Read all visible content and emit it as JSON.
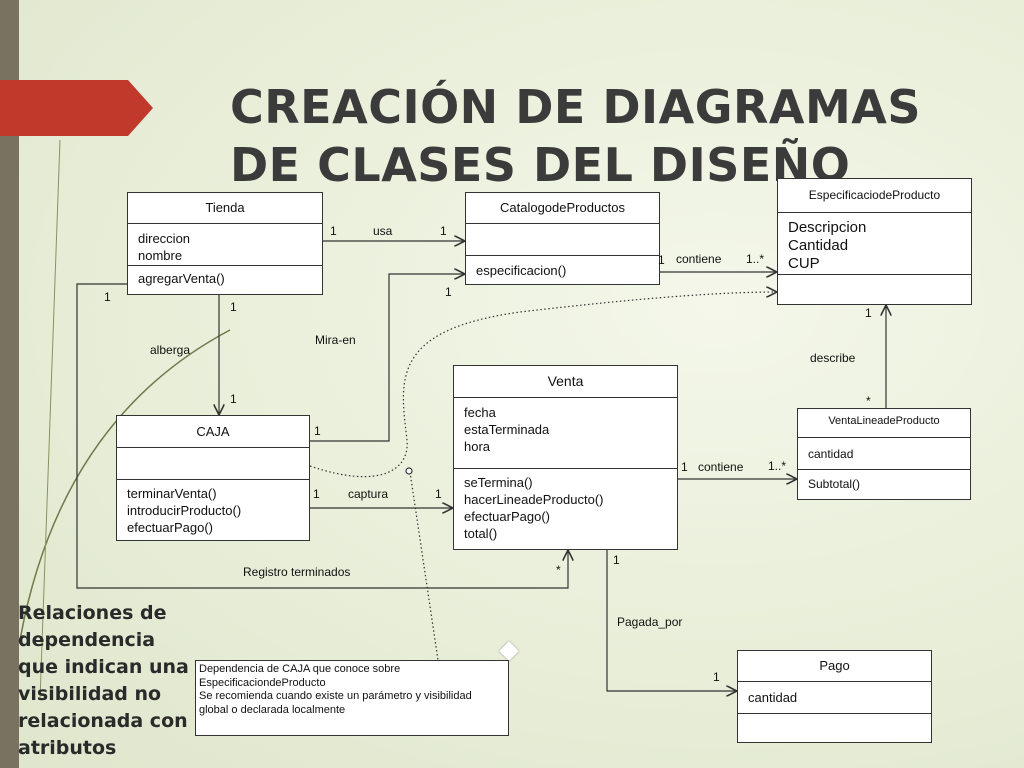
{
  "slide": {
    "title_line1": "CREACIÓN DE DIAGRAMAS",
    "title_line2": "DE CLASES DEL DISEÑO",
    "side_note": "Relaciones de dependencia que indican una visibilidad no relacionada con atributos",
    "accent_color": "#c0392b"
  },
  "classes": {
    "tienda": {
      "name": "Tienda",
      "attrs": [
        "direccion",
        "nombre"
      ],
      "ops": [
        "agregarVenta()"
      ]
    },
    "catalogo": {
      "name": "CatalogodeProductos",
      "attrs": [],
      "ops": [
        "especificacion()"
      ]
    },
    "especificacion": {
      "name": "EspecificaciodeProducto",
      "attrs": [
        "Descripcion",
        "Cantidad",
        "CUP"
      ],
      "ops": []
    },
    "caja": {
      "name": "CAJA",
      "attrs": [],
      "ops": [
        "terminarVenta()",
        "introducirProducto()",
        "efectuarPago()"
      ]
    },
    "venta": {
      "name": "Venta",
      "attrs": [
        "fecha",
        "estaTerminada",
        "hora"
      ],
      "ops": [
        "seTermina()",
        "hacerLineadeProducto()",
        "efectuarPago()",
        "total()"
      ]
    },
    "linea": {
      "name": "VentaLineadeProducto",
      "attrs": [
        "cantidad"
      ],
      "ops": [
        "Subtotal()"
      ]
    },
    "pago": {
      "name": "Pago",
      "attrs": [
        "cantidad"
      ],
      "ops": []
    }
  },
  "labels": {
    "usa": "usa",
    "contiene": "contiene",
    "mira_en": "Mira-en",
    "alberga": "alberga",
    "describe": "describe",
    "captura": "captura",
    "registro": "Registro terminados",
    "pagada_por": "Pagada_por"
  },
  "multiplicities": {
    "one": "1",
    "many": "*",
    "one_many": "1..*"
  },
  "note": {
    "line1": "Dependencia de CAJA que conoce sobre",
    "line2": "EspecificaciondeProducto",
    "line3": "Se recomienda cuando existe un parámetro y visibilidad",
    "line4": "global o declarada localmente"
  }
}
